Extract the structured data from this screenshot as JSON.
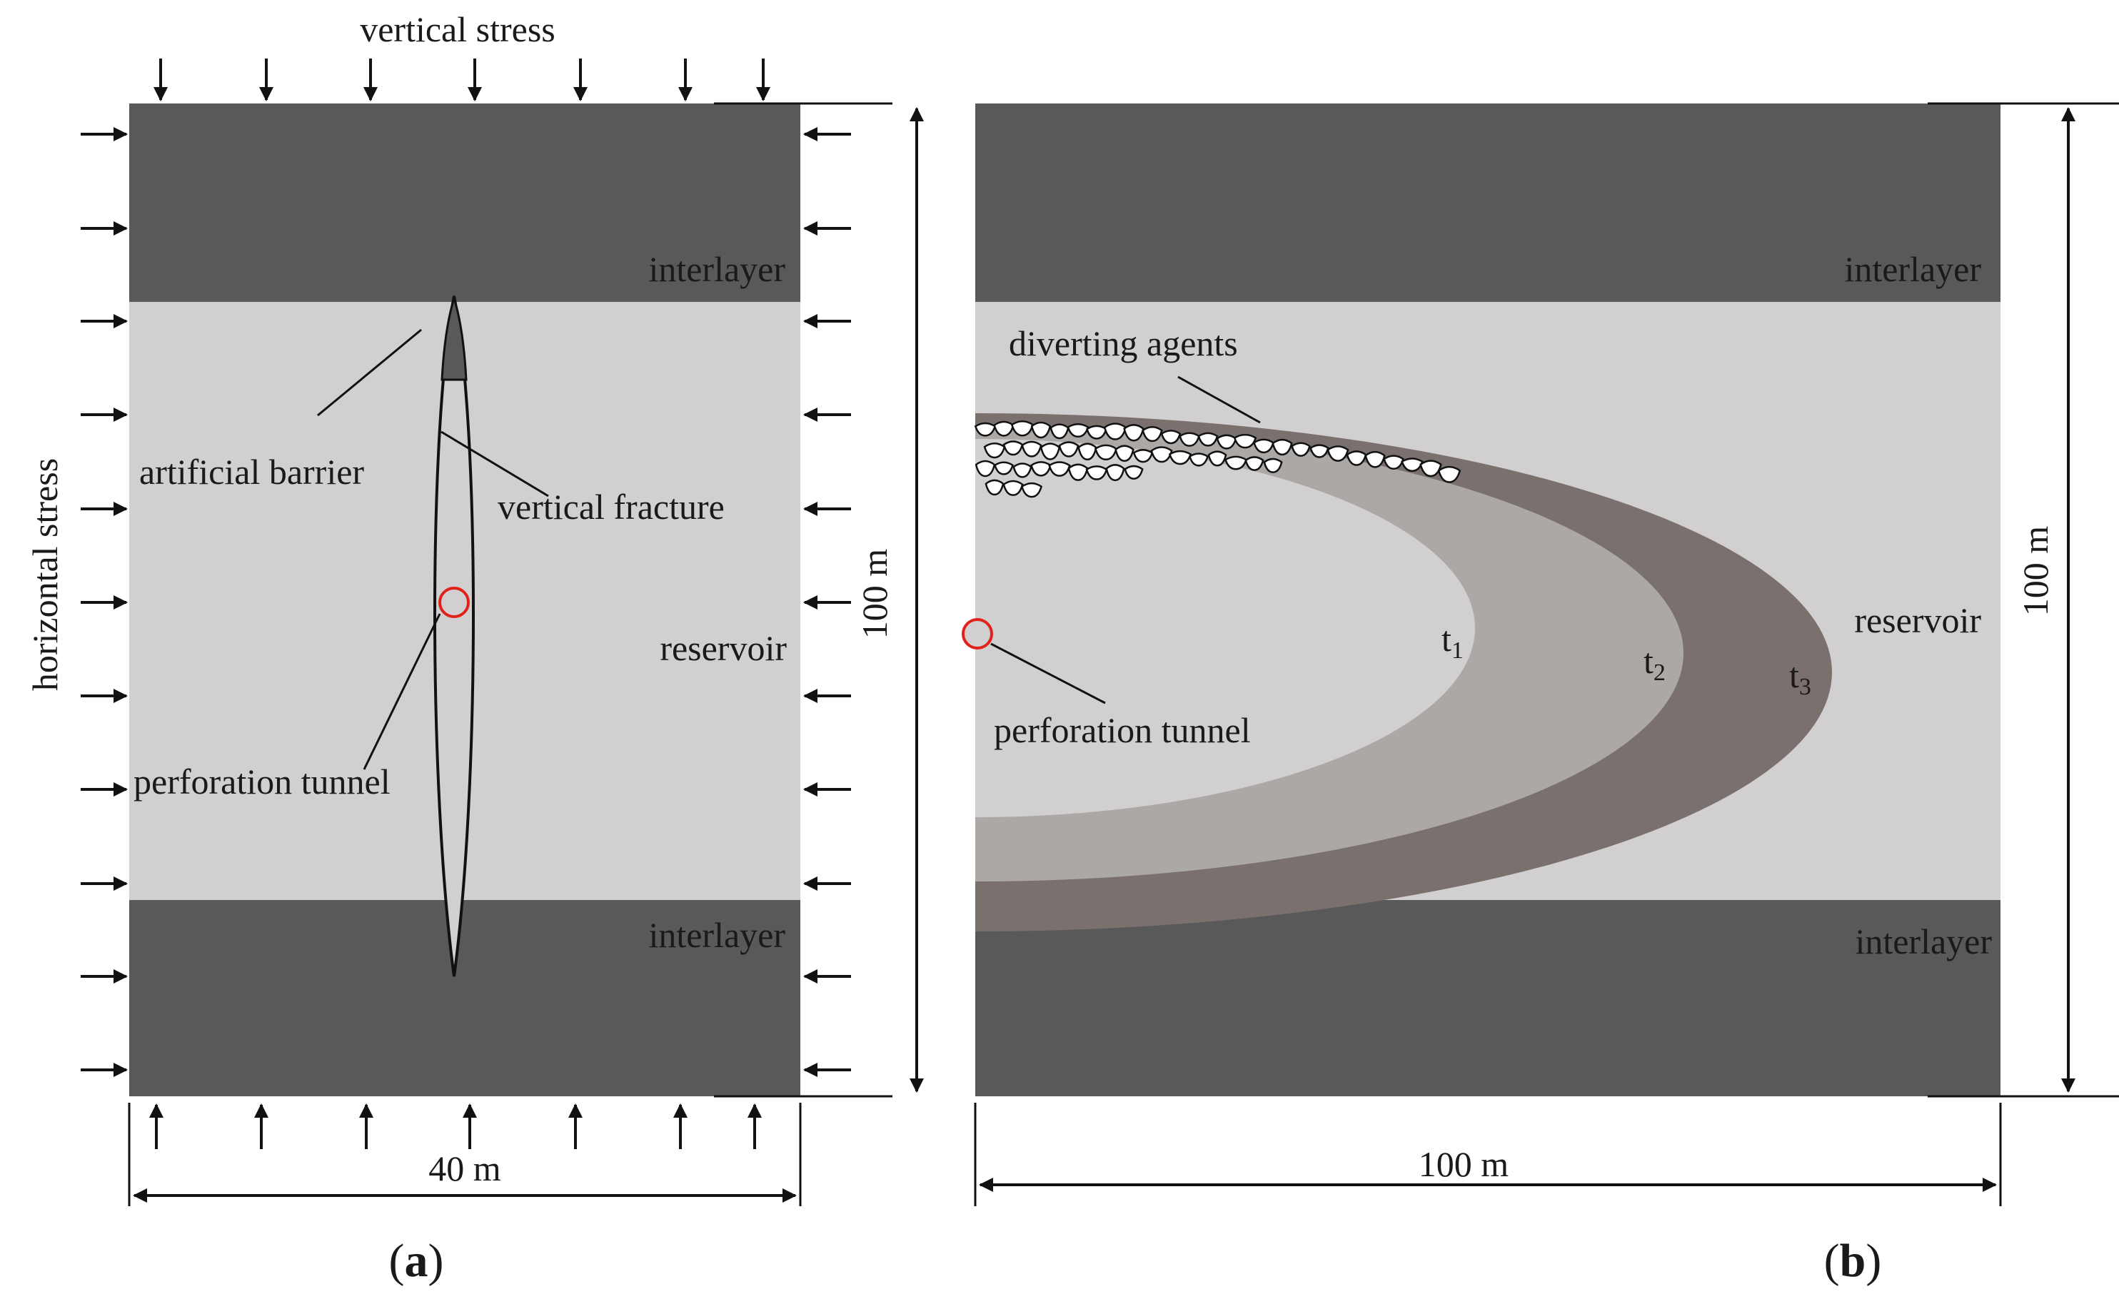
{
  "panel_a": {
    "top_label": "vertical stress",
    "side_label": "horizontal stress",
    "interlayer_top": "interlayer",
    "interlayer_bottom": "interlayer",
    "reservoir": "reservoir",
    "artificial_barrier": "artificial barrier",
    "vertical_fracture": "vertical fracture",
    "perforation_tunnel": "perforation tunnel",
    "height_dim": "100 m",
    "width_dim": "40 m",
    "caption_letter": "a"
  },
  "panel_b": {
    "interlayer_top": "interlayer",
    "interlayer_bottom": "interlayer",
    "reservoir": "reservoir",
    "diverting_agents": "diverting agents",
    "perforation_tunnel": "perforation tunnel",
    "height_dim": "100 m",
    "width_dim": "100 m",
    "caption_letter": "b",
    "front_labels": [
      {
        "base": "t",
        "sub": "1"
      },
      {
        "base": "t",
        "sub": "2"
      },
      {
        "base": "t",
        "sub": "3"
      }
    ]
  },
  "caption_open": "(",
  "caption_close": ")",
  "colors": {
    "interlayer": "#595959",
    "reservoir": "#d1cfd0",
    "front_t1": "#d1cfd0",
    "front_t2": "#aba8a6",
    "front_t3": "#7a716f",
    "tunnel_marker": "#e0221b",
    "line": "#111111"
  }
}
